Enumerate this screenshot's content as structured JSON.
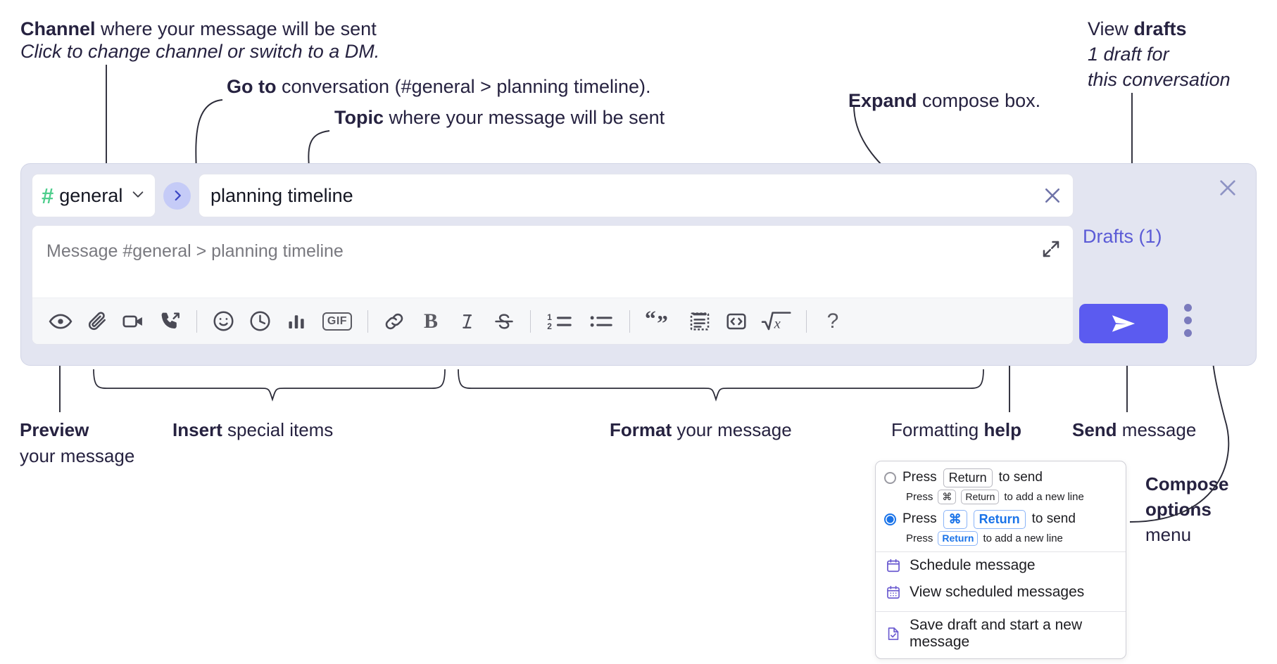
{
  "annotations": {
    "channel": {
      "bold": "Channel",
      "rest": " where your message will be sent",
      "sub": "Click to change channel or switch to a DM."
    },
    "goto": {
      "bold": "Go to",
      "rest": " conversation (#general > planning timeline)."
    },
    "topic": {
      "bold": "Topic",
      "rest": " where your message will be sent"
    },
    "expand": {
      "bold": "Expand",
      "rest": " compose box."
    },
    "drafts": {
      "bold_lead": "View ",
      "bold": "drafts",
      "sub1": "1 draft for",
      "sub2": "this conversation"
    },
    "preview": {
      "bold": "Preview",
      "rest": "your message"
    },
    "insert": {
      "bold": "Insert",
      "rest": " special items"
    },
    "format": {
      "bold": "Format",
      "rest": " your message"
    },
    "help": {
      "lead": "Formatting ",
      "bold": "help"
    },
    "send": {
      "bold": "Send",
      "rest": " message"
    },
    "compose_options": {
      "l1": "Compose",
      "l2": "options",
      "l3": "menu"
    }
  },
  "compose": {
    "channel": {
      "hash": "#",
      "name": "general",
      "chevron": "chevron-down-icon"
    },
    "goto_button": "go-to-conversation-icon",
    "topic": {
      "value": "planning timeline",
      "clear": "clear-icon"
    },
    "message": {
      "placeholder": "Message #general > planning timeline",
      "expand": "expand-icon"
    },
    "toolbar": [
      {
        "name": "preview-icon",
        "label": "Preview"
      },
      {
        "name": "attachment-icon",
        "label": "Attach file"
      },
      {
        "name": "video-icon",
        "label": "Record video clip"
      },
      {
        "name": "audio-call-icon",
        "label": "Record audio clip"
      },
      {
        "name": "divider",
        "label": ""
      },
      {
        "name": "emoji-icon",
        "label": "Emoji"
      },
      {
        "name": "clock-icon",
        "label": "Schedule"
      },
      {
        "name": "poll-icon",
        "label": "Poll"
      },
      {
        "name": "gif-icon",
        "label": "GIF"
      },
      {
        "name": "divider",
        "label": ""
      },
      {
        "name": "link-icon",
        "label": "Link"
      },
      {
        "name": "bold-icon",
        "label": "B"
      },
      {
        "name": "italic-icon",
        "label": "I"
      },
      {
        "name": "strikethrough-icon",
        "label": "Strikethrough"
      },
      {
        "name": "divider",
        "label": ""
      },
      {
        "name": "ordered-list-icon",
        "label": "Ordered list"
      },
      {
        "name": "bulleted-list-icon",
        "label": "Bulleted list"
      },
      {
        "name": "divider",
        "label": ""
      },
      {
        "name": "blockquote-icon",
        "label": "Blockquote"
      },
      {
        "name": "code-block-icon",
        "label": "Code block"
      },
      {
        "name": "inline-code-icon",
        "label": "Code"
      },
      {
        "name": "math-icon",
        "label": "Math"
      },
      {
        "name": "divider",
        "label": ""
      },
      {
        "name": "formatting-help-icon",
        "label": "?"
      }
    ],
    "right": {
      "close": "close-icon",
      "drafts_label": "Drafts (1)",
      "send": "send-icon",
      "kebab": "compose-options-icon"
    }
  },
  "menu": {
    "options": [
      {
        "selected": false,
        "main_pre": "Press",
        "main_keys": [
          "Return"
        ],
        "main_post": "to send",
        "sub_pre": "Press",
        "sub_keys": [
          "⌘",
          "Return"
        ],
        "sub_post": "to add a new line"
      },
      {
        "selected": true,
        "main_pre": "Press",
        "main_keys": [
          "⌘",
          "Return"
        ],
        "main_post": "to send",
        "sub_pre": "Press",
        "sub_keys": [
          "Return"
        ],
        "sub_post": "to add a new line"
      }
    ],
    "items": [
      {
        "icon": "calendar-icon",
        "label": "Schedule message"
      },
      {
        "icon": "calendar-grid-icon",
        "label": "View scheduled messages"
      },
      {
        "icon": "save-draft-icon",
        "label": "Save draft and start a new message"
      }
    ]
  },
  "colors": {
    "accent": "#5b5bf0",
    "drafts_link": "#5b5bd6",
    "channel_hash": "#4fce8d",
    "compose_bg": "#e3e5f1",
    "key_blue": "#1a73e8",
    "menu_icon": "#6b5bd0"
  }
}
